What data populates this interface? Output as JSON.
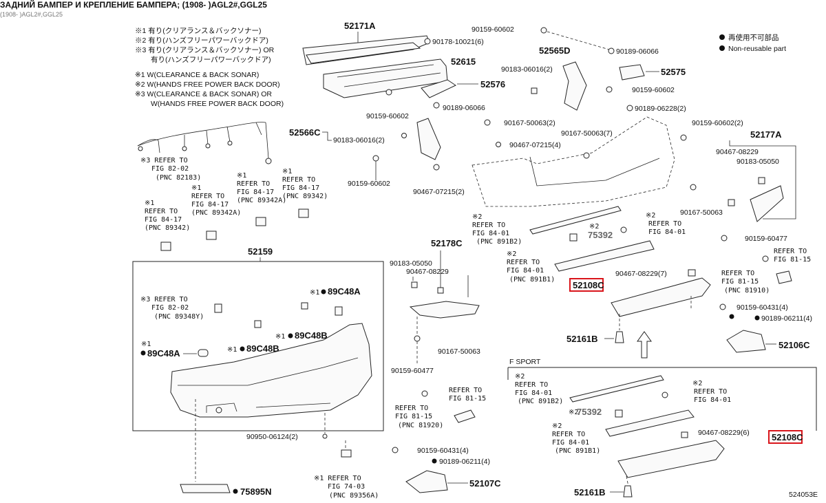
{
  "header": {
    "title": "ЗАДНИЙ БАМПЕР И КРЕПЛЕНИЕ БАМПЕРА; (1908- )AGL2#,GGL25",
    "subtitle": "(1908- )AGL2#,GGL25"
  },
  "notes_jp": [
    "※1 有り(クリアランス＆バックソナー)",
    "※2 有り(ハンズフリーパワーバックドア)",
    "※3 有り(クリアランス＆バックソナー) OR",
    "有り(ハンズフリーパワーバックドア)"
  ],
  "notes_en": [
    "※1 W(CLEARANCE & BACK SONAR)",
    "※2 W(HANDS FREE POWER BACK DOOR)",
    "※3 W(CLEARANCE & BACK SONAR) OR",
    "W(HANDS FREE POWER BACK DOOR)"
  ],
  "legend": {
    "jp": "再使用不可部品",
    "en": "Non-reusable part"
  },
  "section_label": "F SPORT",
  "diagram_code": "524053E",
  "highlight_color": "#d9141a",
  "labels": {
    "p52171A": "52171A",
    "p90178": "90178-10021(6)",
    "p52615": "52615",
    "p52576": "52576",
    "p90159_a": "90159-60602",
    "p90189_a": "90189-06066",
    "p52566C": "52566C",
    "p90183_a": "90183-06016(2)",
    "p90159_b": "90159-60602",
    "p90467_a": "90467-07215(2)",
    "p90159_top": "90159-60602",
    "p90189_top": "90189-06066",
    "p52565D": "52565D",
    "p90183_b": "90183-06016(2)",
    "p52575": "52575",
    "p90159_c": "90159-60602",
    "p90189_c": "90189-06228(2)",
    "p90167_a": "90167-50063(2)",
    "p90167_b": "90167-50063(7)",
    "p90467_b": "90467-07215(4)",
    "p90159_d": "90159-60602(2)",
    "p52177A": "52177A",
    "p90467_c": "90467-08229",
    "p90183_c": "90183-05050",
    "p90167_c": "90167-50063",
    "p90159_e": "90159-60477",
    "p75392_a": "75392",
    "p52108_a": "52108C",
    "p90467_d": "90467-08229(7)",
    "p90159_f": "90159-60431(4)",
    "p90189_f": "90189-06211(4)",
    "p52161_a": "52161B",
    "p52106C": "52106C",
    "p52178C": "52178C",
    "p90183_d": "90183-05050",
    "p90467_e": "90467-08229",
    "p90167_d": "90167-50063",
    "p90159_g": "90159-60477",
    "p90159_h": "90159-60431(4)",
    "p90189_h": "90189-06211(4)",
    "p52107C": "52107C",
    "p52159": "52159",
    "p89C48A_a": "89C48A",
    "p89C48B_a": "89C48B",
    "p89C48A_b": "89C48A",
    "p89C48B_b": "89C48B",
    "p90950": "90950-06124(2)",
    "p75895N": "75895N",
    "p75392_b": "75392",
    "p90467_f": "90467-08229(6)",
    "p52108_b": "52108C",
    "p52161_b": "52161B"
  },
  "refs": {
    "r8202_a": [
      "※3 REFER TO",
      "FIG 82-02",
      "(PNC 82183)"
    ],
    "r8417_a": [
      "※1",
      "REFER TO",
      "FIG 84-17",
      "(PNC 89342)"
    ],
    "r8417_b": [
      "※1",
      "REFER TO",
      "FIG 84-17",
      "(PNC 89342A)"
    ],
    "r8417_c": [
      "※1",
      "REFER TO",
      "FIG 84-17",
      "(PNC 89342A)"
    ],
    "r8417_d": [
      "※1",
      "REFER TO",
      "FIG 84-17",
      "(PNC 89342)"
    ],
    "r8202_b": [
      "※3 REFER TO",
      "FIG 82-02",
      "(PNC 89348Y)"
    ],
    "r8401_a": [
      "※2",
      "REFER TO",
      "FIG 84-01",
      "(PNC 891B2)"
    ],
    "r8401_b": [
      "※2",
      "REFER TO",
      "FIG 84-01"
    ],
    "r8401_c": [
      "※2",
      "REFER TO",
      "FIG 84-01",
      "(PNC 891B1)"
    ],
    "r8115_a": [
      "REFER TO",
      "FIG 81-15"
    ],
    "r8115_b": [
      "REFER TO",
      "FIG 81-15",
      "(PNC 81910)"
    ],
    "r8115_c": [
      "REFER TO",
      "FIG 81-15"
    ],
    "r8115_d": [
      "REFER TO",
      "FIG 81-15",
      "(PNC 81920)"
    ],
    "r7403": [
      "※1 REFER TO",
      "FIG 74-03",
      "(PNC 89356A)"
    ],
    "r8401_d": [
      "※2",
      "REFER TO",
      "FIG 84-01",
      "(PNC 891B2)"
    ],
    "r8401_e": [
      "※2",
      "REFER TO",
      "FIG 84-01"
    ],
    "r8401_f": [
      "※2",
      "REFER TO",
      "FIG 84-01",
      "(PNC 891B1)"
    ]
  }
}
